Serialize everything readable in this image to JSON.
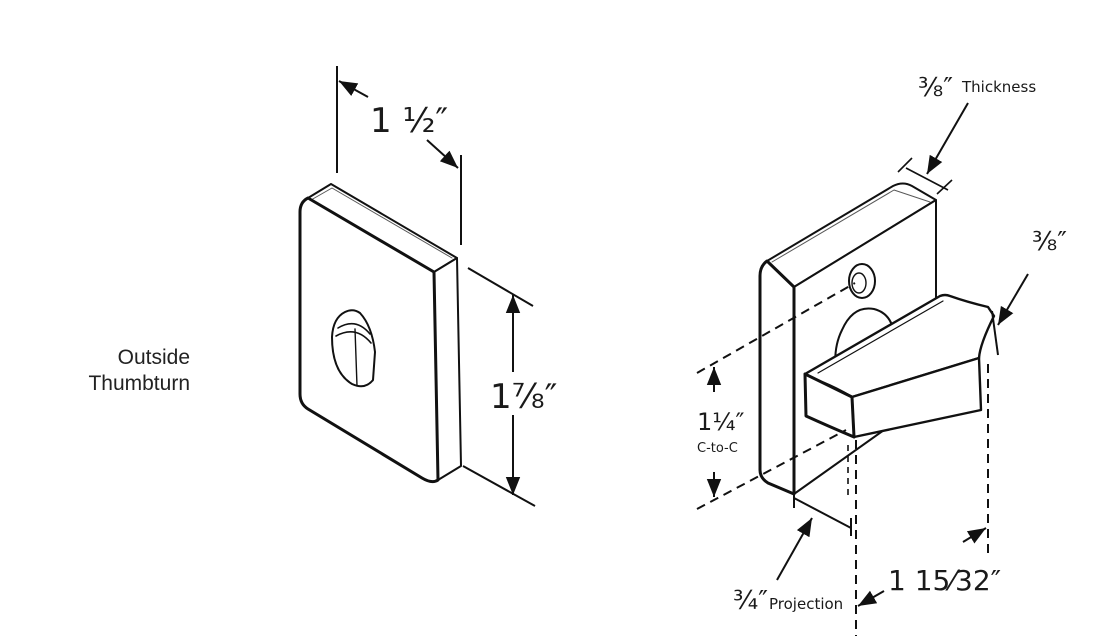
{
  "caption": {
    "line1": "Outside",
    "line2": "Thumbturn"
  },
  "left_view": {
    "width_dim": "1 ½″",
    "height_dim": "1⅞″"
  },
  "right_view": {
    "thickness_dim": "⅜″",
    "thickness_label": "Thickness",
    "lever_thickness_dim": "⅜″",
    "center_dim": "1¼″",
    "center_label": "C-to-C",
    "projection_dim": "¾″",
    "projection_label": "Projection",
    "lever_projection_dim": "1 15⁄32″"
  }
}
